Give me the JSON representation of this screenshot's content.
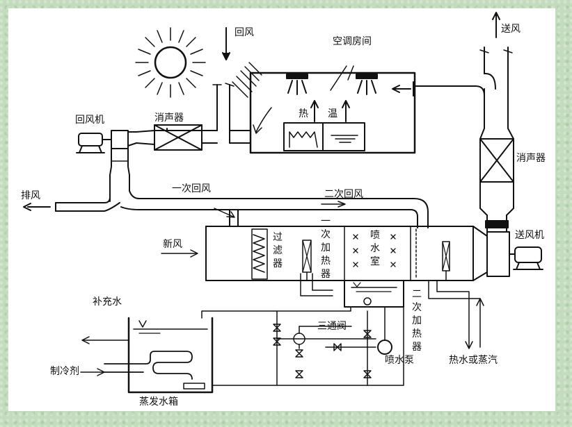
{
  "labels": {
    "return_air": "回风",
    "ac_room": "空调房间",
    "supply_air": "送风",
    "return_fan": "回风机",
    "silencer_top": "消声器",
    "heat": "热",
    "temp": "温",
    "silencer_right": "消声器",
    "exhaust": "排风",
    "primary_return": "一次回风",
    "secondary_return": "二次回风",
    "fresh_air": "新风",
    "filter": "过滤器",
    "primary_heater": "一次加热器",
    "spray_chamber": "喷水室",
    "supply_fan": "送风机",
    "makeup_water": "补充水",
    "three_way_valve": "三通阀",
    "secondary_heater": "二次加热器",
    "spray_pump": "喷水泵",
    "hot_water_steam": "热水或蒸汽",
    "refrigerant": "制冷剂",
    "evaporator_tank": "蒸发水箱"
  }
}
